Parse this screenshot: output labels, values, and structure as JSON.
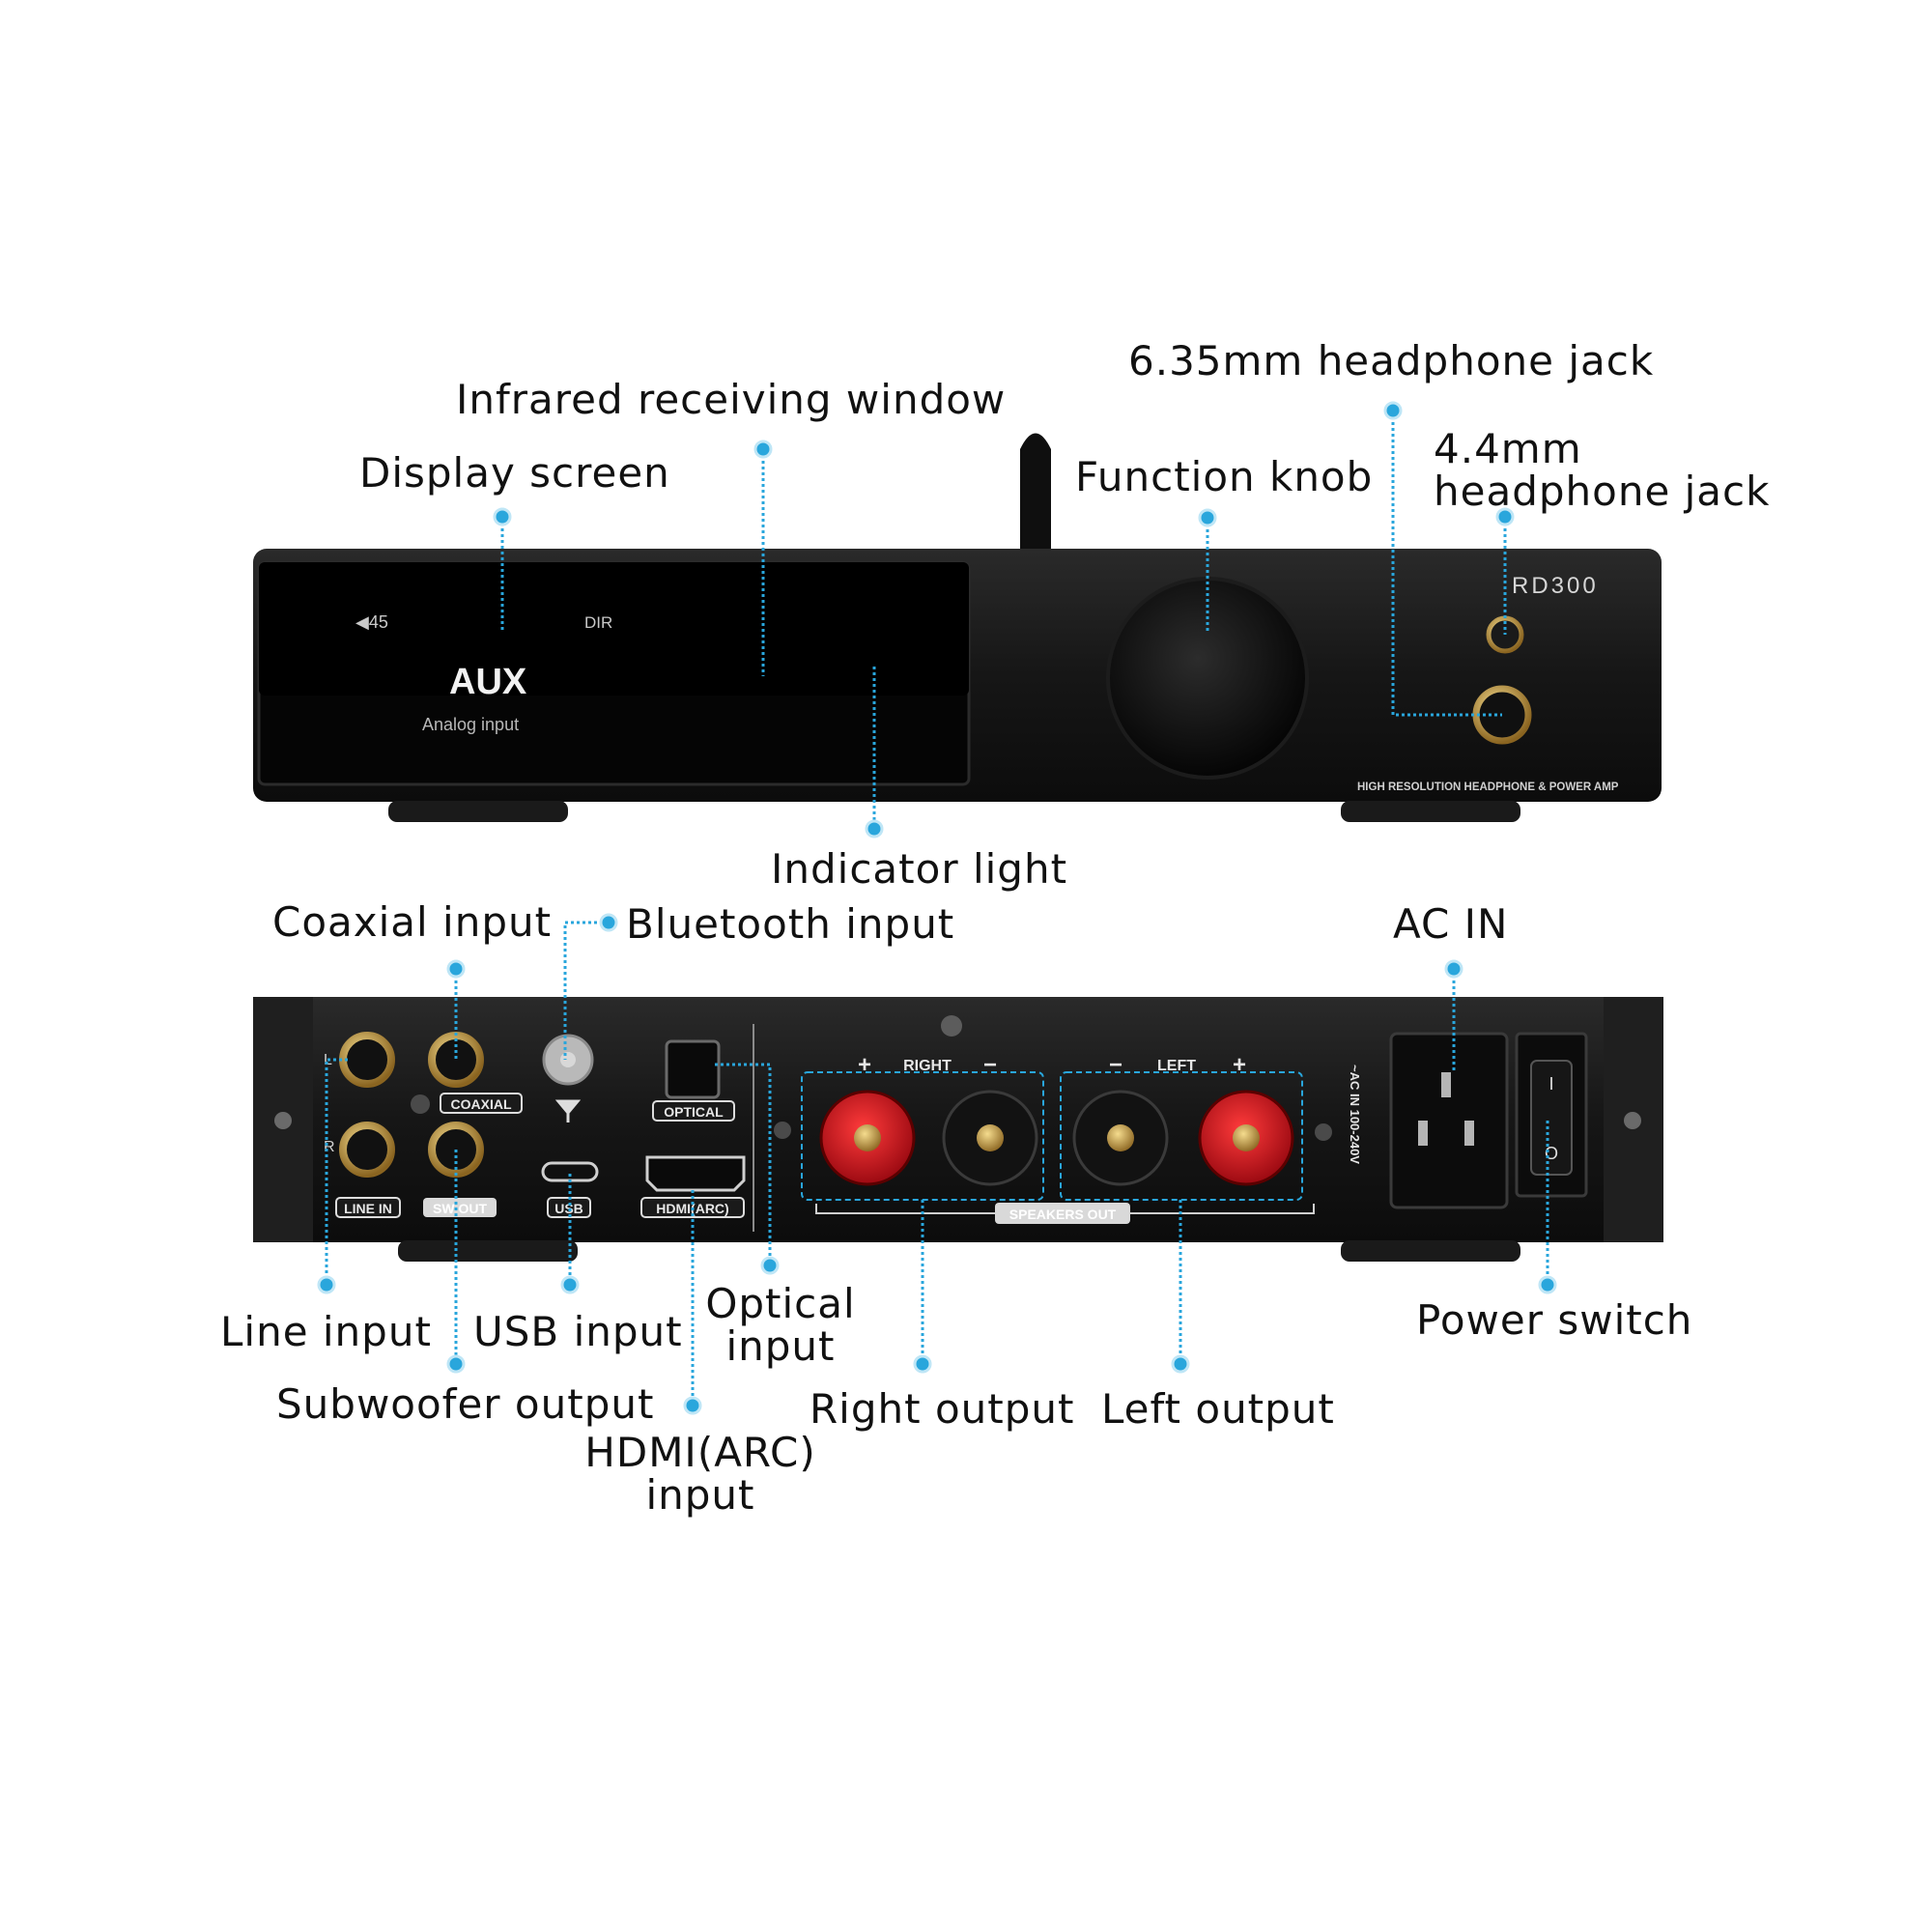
{
  "colors": {
    "leader": "#29a6dc",
    "body": "#141414",
    "screen": "#050505",
    "label_text": "#111111",
    "gold": "#c9a24a",
    "red": "#d8121f"
  },
  "front_panel": {
    "display": {
      "volume": "◀45",
      "mode": "DIR",
      "source": "AUX",
      "source_sub": "Analog input"
    },
    "brand": "RD300",
    "tagline": "HIGH RESOLUTION HEADPHONE & POWER AMP"
  },
  "rear_panel": {
    "line_in_l": "L",
    "line_in_r": "R",
    "line_in": "LINE IN",
    "coaxial": "COAXIAL",
    "sw_out": "SW OUT",
    "usb": "USB",
    "optical": "OPTICAL",
    "hdmi": "HDMI(ARC)",
    "plus": "+",
    "minus": "−",
    "right": "RIGHT",
    "left": "LEFT",
    "speakers_out": "SPEAKERS OUT",
    "ac_rating": "~AC IN 100-240V",
    "switch_on": "I",
    "switch_off": "O"
  },
  "callouts": {
    "infrared": "Infrared receiving window",
    "display": "Display screen",
    "headphone_635": "6.35mm headphone jack",
    "headphone_44_line1": "4.4mm",
    "headphone_44_line2": "headphone jack",
    "function_knob": "Function knob",
    "indicator": "Indicator light",
    "coaxial": "Coaxial input",
    "bluetooth": "Bluetooth input",
    "ac_in": "AC IN",
    "line_input": "Line input",
    "usb_input": "USB input",
    "optical_line1": "Optical",
    "optical_line2": "input",
    "power_switch": "Power switch",
    "subwoofer": "Subwoofer output",
    "right_output": "Right output",
    "left_output": "Left output",
    "hdmi_line1": "HDMI(ARC)",
    "hdmi_line2": "input"
  }
}
